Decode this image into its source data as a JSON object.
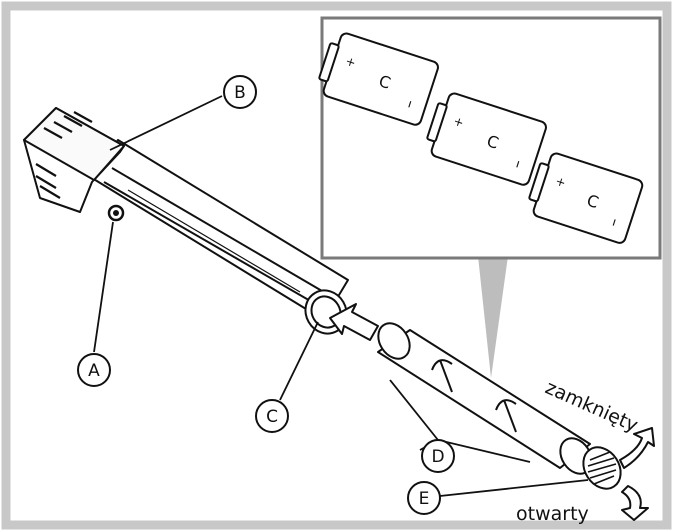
{
  "colors": {
    "frame": "#c8c8c8",
    "inset_border": "#7a7a7a",
    "line": "#111111",
    "pointer": "#bdbdbd",
    "background": "#ffffff"
  },
  "callouts": {
    "A": "A",
    "B": "B",
    "C": "C",
    "D": "D",
    "E": "E"
  },
  "labels": {
    "closed": "zamknięty",
    "open": "otwarty"
  },
  "batteries": [
    {
      "plus": "+",
      "type": "C",
      "minus": "–"
    },
    {
      "plus": "+",
      "type": "C",
      "minus": "–"
    },
    {
      "plus": "+",
      "type": "C",
      "minus": "–"
    }
  ]
}
